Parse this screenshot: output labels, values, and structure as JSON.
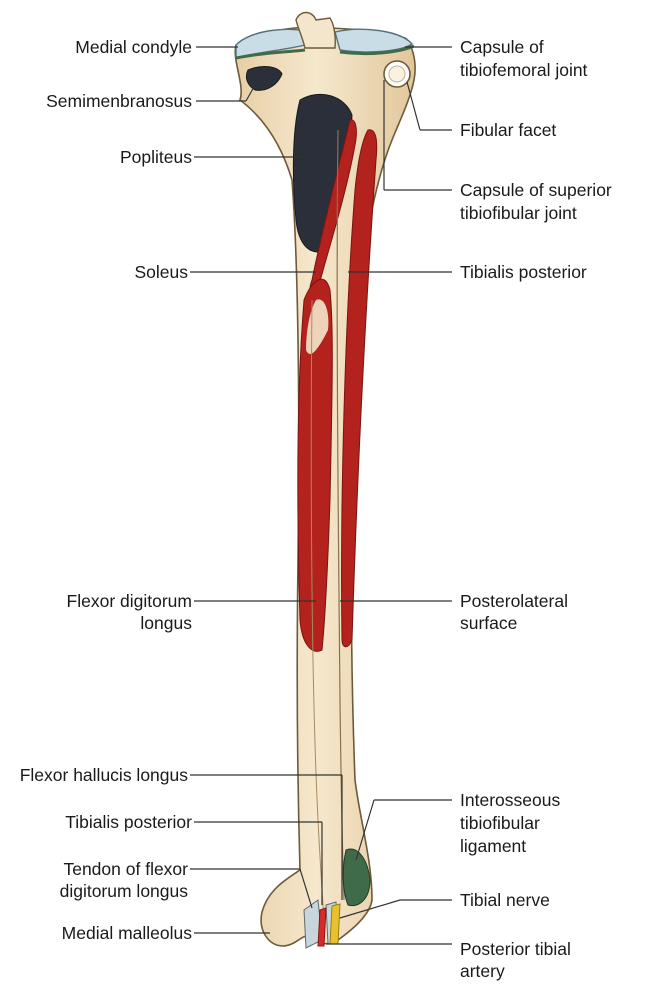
{
  "labels_left": {
    "medial_condyle": "Medial condyle",
    "semimembranosus": "Semimenbranosus",
    "popliteus": "Popliteus",
    "soleus": "Soleus",
    "flexor_digitorum_longus_1": "Flexor digitorum",
    "flexor_digitorum_longus_2": "longus",
    "flexor_hallucis_longus": "Flexor hallucis longus",
    "tibialis_posterior_lower": "Tibialis posterior",
    "tendon_fdl_1": "Tendon of flexor",
    "tendon_fdl_2": "digitorum longus",
    "medial_malleolus": "Medial malleolus"
  },
  "labels_right": {
    "capsule_tibiofemoral_1": "Capsule of",
    "capsule_tibiofemoral_2": "tibiofemoral joint",
    "fibular_facet": "Fibular facet",
    "capsule_superior_1": "Capsule of superior",
    "capsule_superior_2": "tibiofibular joint",
    "tibialis_posterior_upper": "Tibialis posterior",
    "posterolateral_1": "Posterolateral",
    "posterolateral_2": "surface",
    "interosseous_1": "Interosseous",
    "interosseous_2": "tibiofibular",
    "interosseous_3": "ligament",
    "tibial_nerve": "Tibial nerve",
    "posterior_tibial_artery_1": "Posterior tibial",
    "posterior_tibial_artery_2": "artery"
  },
  "colors": {
    "bone": "#f3e3c6",
    "bone_shadow": "#d9bf95",
    "muscle": "#b3221d",
    "popliteus_area": "#2a2f3a",
    "cartilage": "#c9dde6",
    "ligament_green": "#3f6b4a",
    "nerve_yellow": "#e8c22e",
    "artery_red": "#d62b2b",
    "leader_line": "#333333"
  }
}
